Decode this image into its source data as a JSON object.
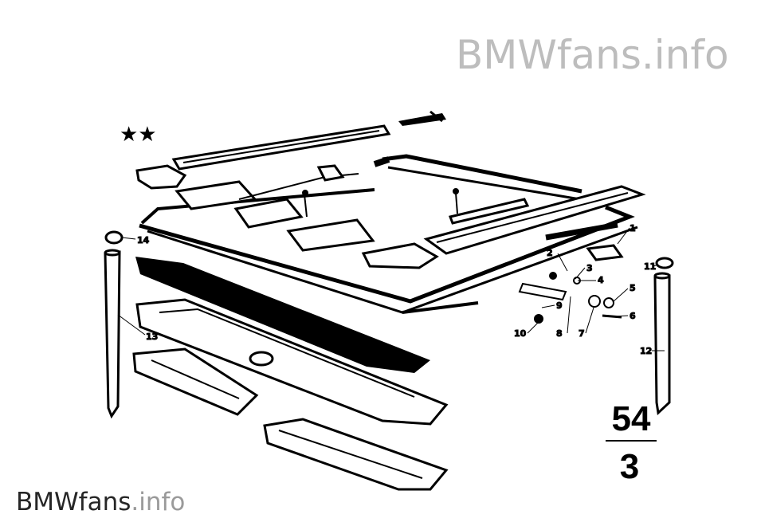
{
  "watermark": {
    "brand": "BMW",
    "site": "fans",
    "ext": ".info"
  },
  "marks": {
    "stars": "★★"
  },
  "figure": {
    "group": "54",
    "sub": "3"
  },
  "callouts": [
    "1",
    "2",
    "3",
    "4",
    "5",
    "6",
    "7",
    "8",
    "9",
    "10",
    "11",
    "12",
    "13",
    "14"
  ],
  "colors": {
    "ink": "#000000",
    "watermark_light": "#bdbdbd",
    "watermark_dark": "#262626"
  }
}
